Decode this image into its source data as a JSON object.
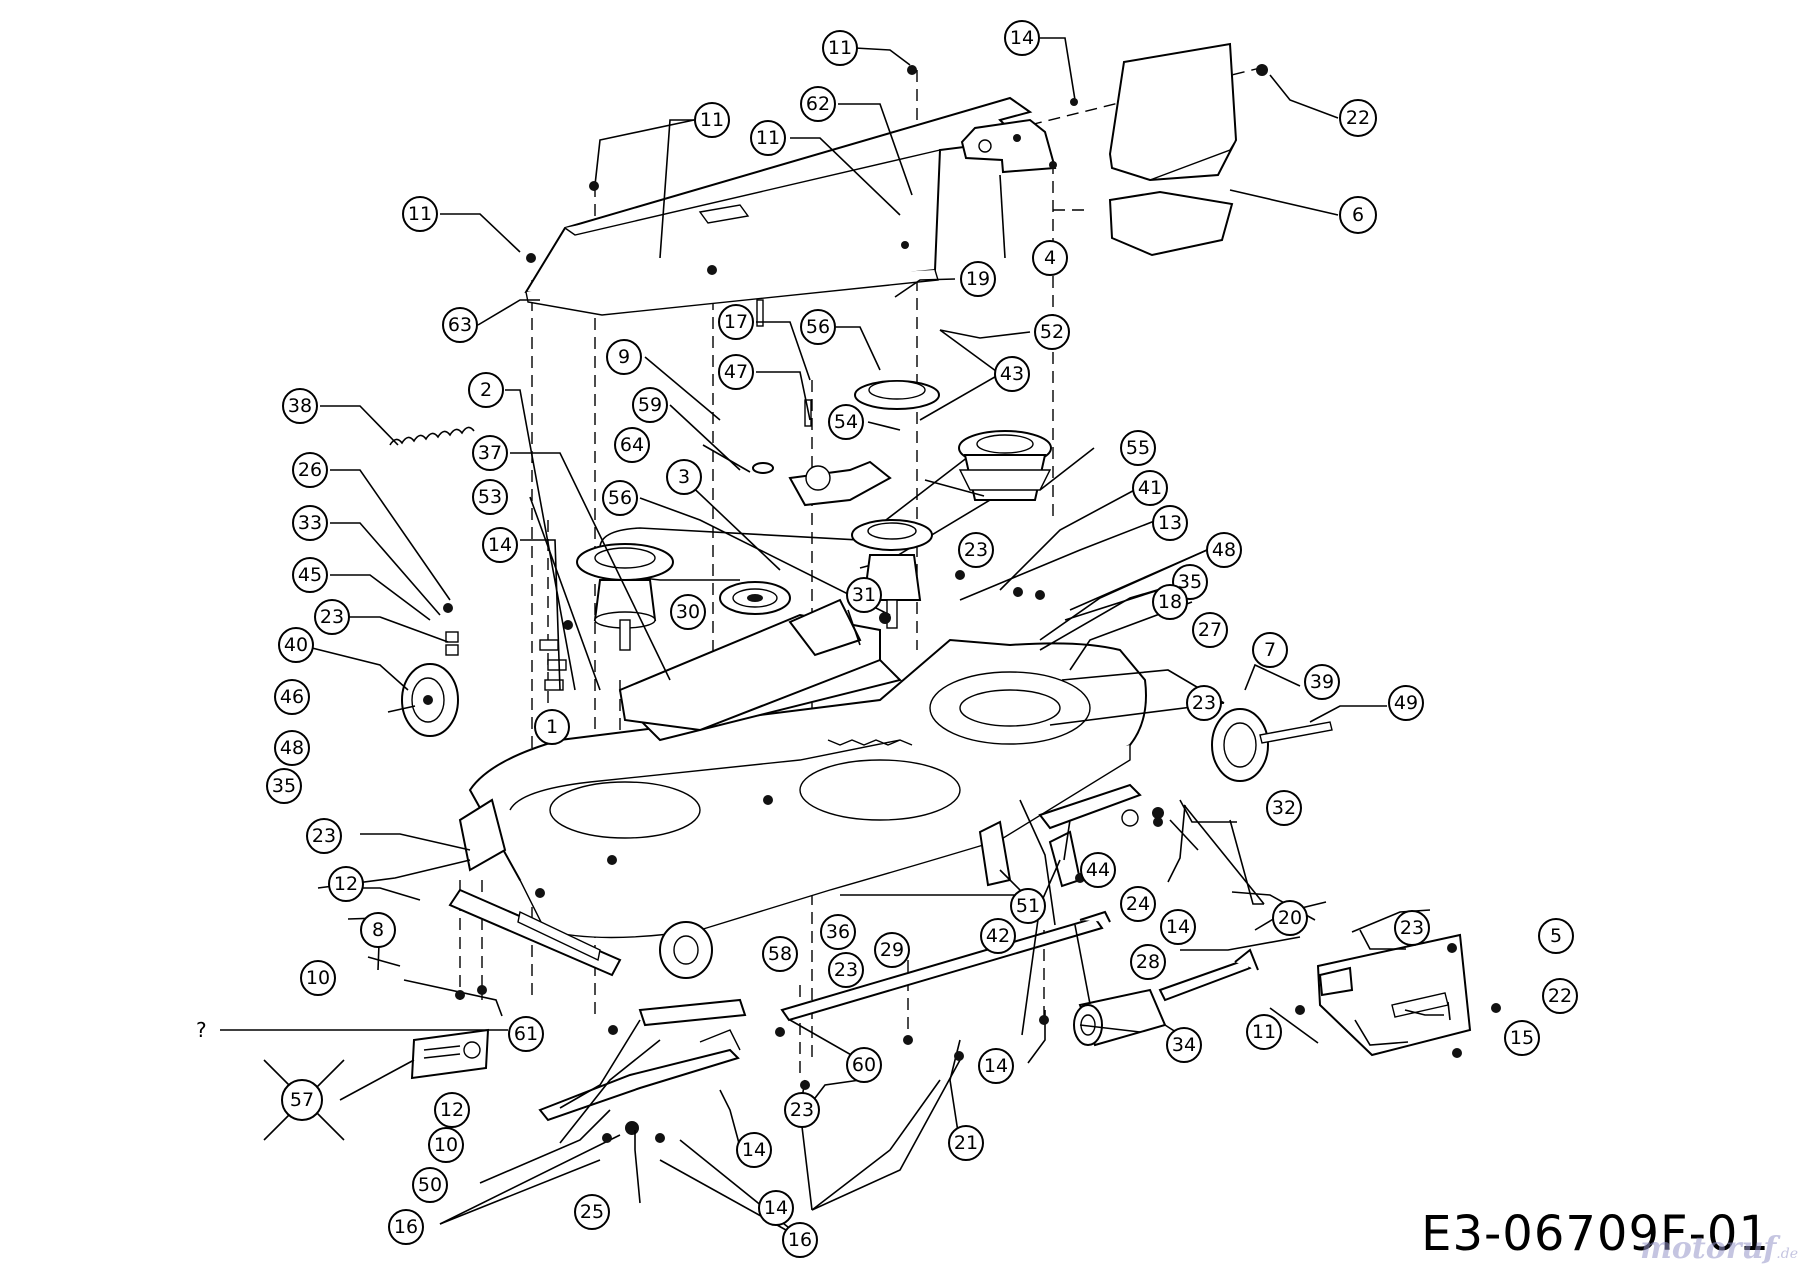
{
  "figure_code": "E3-06709F-01",
  "watermark_brand": "motoruf",
  "watermark_tld": ".de",
  "unknown_mark": "?",
  "callouts": [
    {
      "id": "c11a",
      "label": "11"
    },
    {
      "id": "c14a",
      "label": "14"
    },
    {
      "id": "c22a",
      "label": "22"
    },
    {
      "id": "c62",
      "label": "62"
    },
    {
      "id": "c11b",
      "label": "11"
    },
    {
      "id": "c11c",
      "label": "11"
    },
    {
      "id": "c6",
      "label": "6"
    },
    {
      "id": "c11d",
      "label": "11"
    },
    {
      "id": "c4",
      "label": "4"
    },
    {
      "id": "c19",
      "label": "19"
    },
    {
      "id": "c63",
      "label": "63"
    },
    {
      "id": "c17",
      "label": "17"
    },
    {
      "id": "c56a",
      "label": "56"
    },
    {
      "id": "c52",
      "label": "52"
    },
    {
      "id": "c9",
      "label": "9"
    },
    {
      "id": "c43",
      "label": "43"
    },
    {
      "id": "c47",
      "label": "47"
    },
    {
      "id": "c2",
      "label": "2"
    },
    {
      "id": "c38",
      "label": "38"
    },
    {
      "id": "c59",
      "label": "59"
    },
    {
      "id": "c54",
      "label": "54"
    },
    {
      "id": "c37",
      "label": "37"
    },
    {
      "id": "c64",
      "label": "64"
    },
    {
      "id": "c55",
      "label": "55"
    },
    {
      "id": "c26",
      "label": "26"
    },
    {
      "id": "c53",
      "label": "53"
    },
    {
      "id": "c3",
      "label": "3"
    },
    {
      "id": "c56b",
      "label": "56"
    },
    {
      "id": "c41",
      "label": "41"
    },
    {
      "id": "c13",
      "label": "13"
    },
    {
      "id": "c33",
      "label": "33"
    },
    {
      "id": "c14b",
      "label": "14"
    },
    {
      "id": "c23a",
      "label": "23"
    },
    {
      "id": "c48a",
      "label": "48"
    },
    {
      "id": "c45",
      "label": "45"
    },
    {
      "id": "c35a",
      "label": "35"
    },
    {
      "id": "c31",
      "label": "31"
    },
    {
      "id": "c18",
      "label": "18"
    },
    {
      "id": "c23b",
      "label": "23"
    },
    {
      "id": "c30",
      "label": "30"
    },
    {
      "id": "c27",
      "label": "27"
    },
    {
      "id": "c40",
      "label": "40"
    },
    {
      "id": "c7",
      "label": "7"
    },
    {
      "id": "c39",
      "label": "39"
    },
    {
      "id": "c49",
      "label": "49"
    },
    {
      "id": "c46",
      "label": "46"
    },
    {
      "id": "c23c",
      "label": "23"
    },
    {
      "id": "c1",
      "label": "1"
    },
    {
      "id": "c48b",
      "label": "48"
    },
    {
      "id": "c35b",
      "label": "35"
    },
    {
      "id": "c32",
      "label": "32"
    },
    {
      "id": "c23d",
      "label": "23"
    },
    {
      "id": "c44",
      "label": "44"
    },
    {
      "id": "c12a",
      "label": "12"
    },
    {
      "id": "c24",
      "label": "24"
    },
    {
      "id": "c51",
      "label": "51"
    },
    {
      "id": "c36",
      "label": "36"
    },
    {
      "id": "c29",
      "label": "29"
    },
    {
      "id": "c42",
      "label": "42"
    },
    {
      "id": "c8",
      "label": "8"
    },
    {
      "id": "c20",
      "label": "20"
    },
    {
      "id": "c14c",
      "label": "14"
    },
    {
      "id": "c23e",
      "label": "23"
    },
    {
      "id": "c5",
      "label": "5"
    },
    {
      "id": "c58",
      "label": "58"
    },
    {
      "id": "c23f",
      "label": "23"
    },
    {
      "id": "c28",
      "label": "28"
    },
    {
      "id": "c10a",
      "label": "10"
    },
    {
      "id": "c22b",
      "label": "22"
    },
    {
      "id": "c61",
      "label": "61"
    },
    {
      "id": "c11e",
      "label": "11"
    },
    {
      "id": "c15",
      "label": "15"
    },
    {
      "id": "c34",
      "label": "34"
    },
    {
      "id": "c60",
      "label": "60"
    },
    {
      "id": "c14d",
      "label": "14"
    },
    {
      "id": "c57",
      "label": "57"
    },
    {
      "id": "c23g",
      "label": "23"
    },
    {
      "id": "c12b",
      "label": "12"
    },
    {
      "id": "c21",
      "label": "21"
    },
    {
      "id": "c10b",
      "label": "10"
    },
    {
      "id": "c14e",
      "label": "14"
    },
    {
      "id": "c50",
      "label": "50"
    },
    {
      "id": "c25",
      "label": "25"
    },
    {
      "id": "c16a",
      "label": "16"
    },
    {
      "id": "c14f",
      "label": "14"
    },
    {
      "id": "c16b",
      "label": "16"
    }
  ]
}
